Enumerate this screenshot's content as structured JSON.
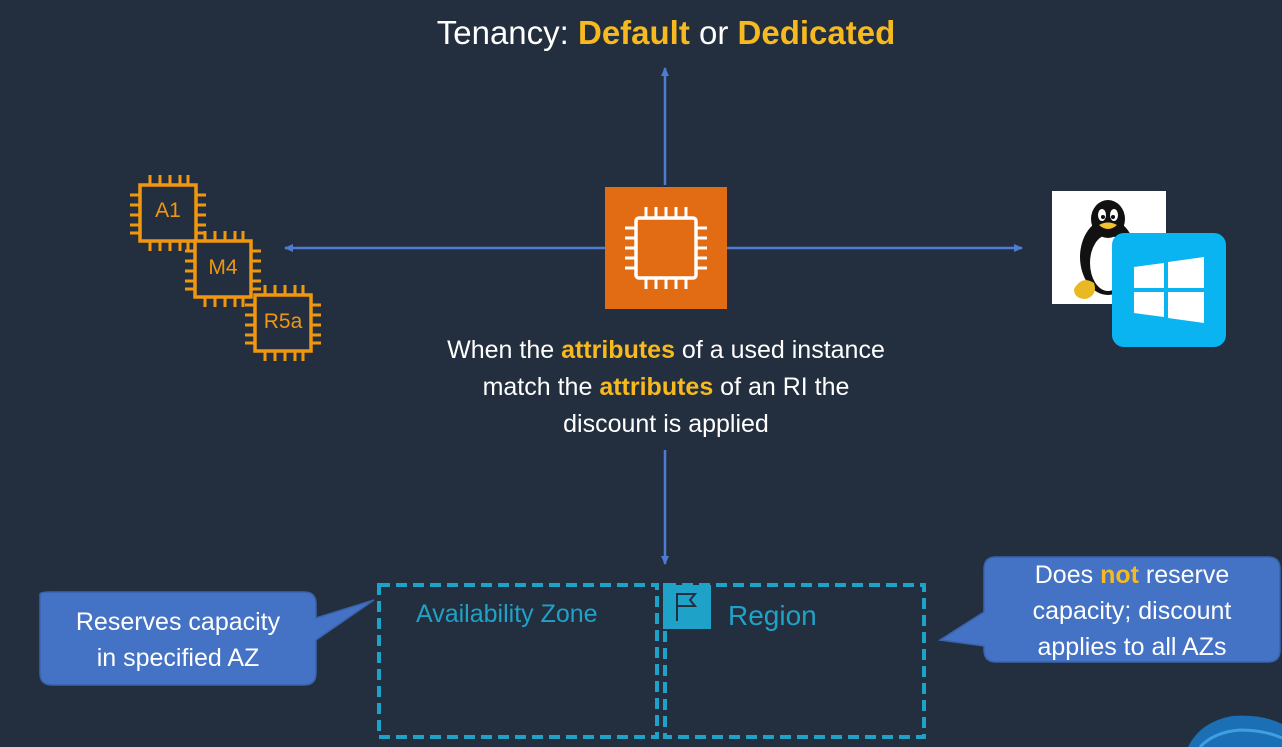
{
  "title": {
    "prefix": "Tenancy: ",
    "opt1": "Default",
    "sep": " or ",
    "opt2": "Dedicated"
  },
  "caption": {
    "l1_pre": "When the ",
    "l1_hl": "attributes",
    "l1_post": " of a used instance",
    "l2_pre": "match the ",
    "l2_hl": "attributes",
    "l2_post": " of an RI the",
    "l3": "discount is applied"
  },
  "instance_types": [
    "A1",
    "M4",
    "R5a"
  ],
  "zones": {
    "az": "Availability Zone",
    "region": "Region"
  },
  "callouts": {
    "left": {
      "l1": "Reserves capacity",
      "l2": "in specified AZ"
    },
    "right": {
      "l1_pre": "Does ",
      "l1_hl": "not",
      "l1_post": " reserve",
      "l2": "capacity; discount",
      "l3": "applies to all AZs"
    }
  },
  "icons": {
    "center": "ec2-instance-icon",
    "linux": "linux-tux-icon",
    "windows": "windows-logo-icon",
    "region": "region-flag-icon"
  },
  "colors": {
    "background": "#232f3e",
    "highlight": "#f8b91f",
    "arrow": "#4f7bd5",
    "chip": "#f0970f",
    "ec2": "#e26c14",
    "dashed": "#1fa2c8",
    "callout": "#4472c4",
    "windows": "#0ab4f0"
  }
}
